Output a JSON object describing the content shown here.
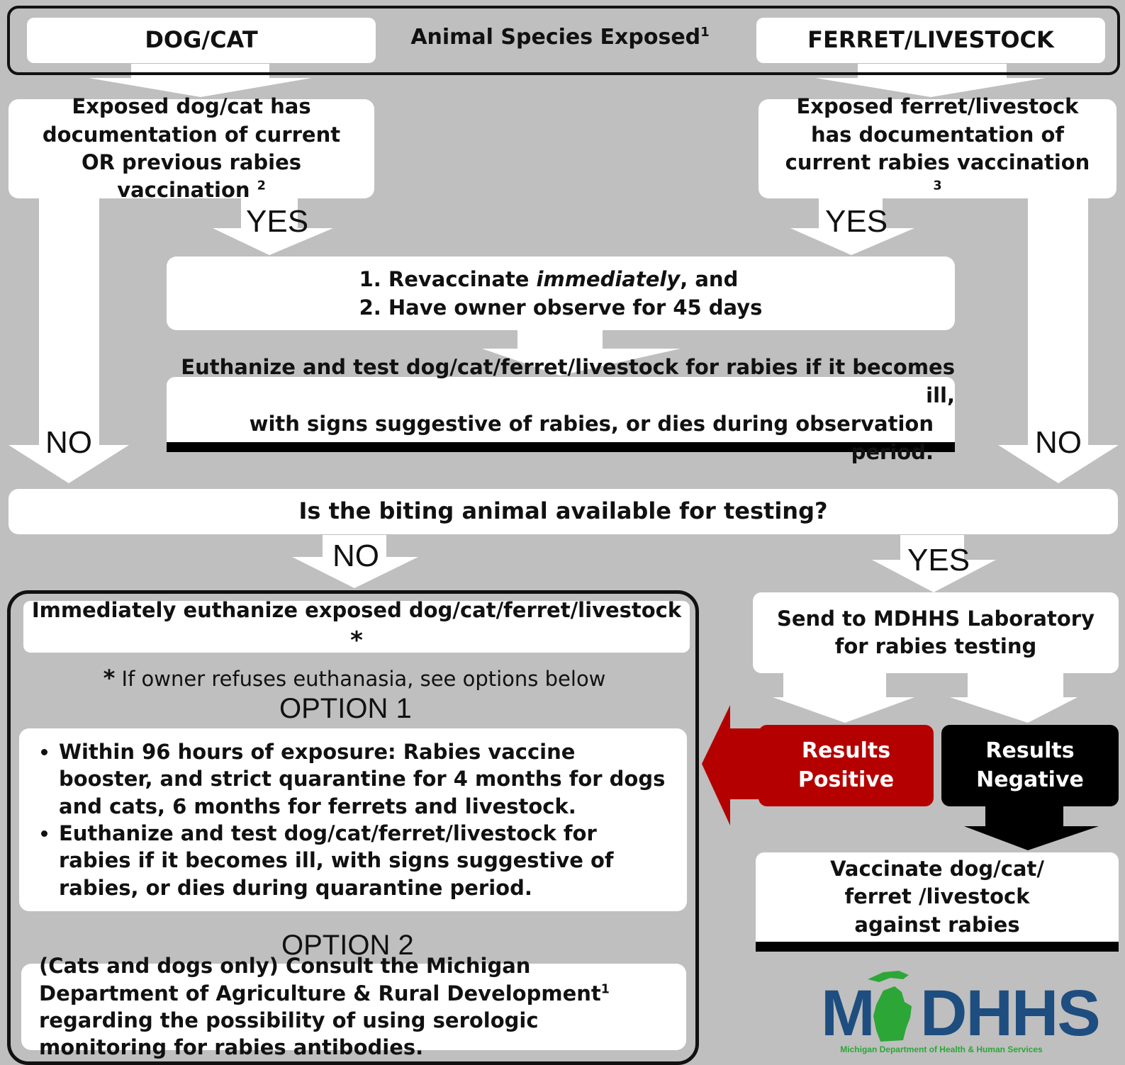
{
  "header": {
    "dog_cat": "DOG/CAT",
    "center": "Animal Species Exposed",
    "center_sup": "1",
    "ferret_livestock": "FERRET/LIVESTOCK"
  },
  "left_doc": {
    "text": "Exposed dog/cat has documentation of current OR previous rabies vaccination",
    "sup": "2"
  },
  "right_doc": {
    "text": "Exposed ferret/livestock has documentation of current rabies vaccination",
    "sup": "3"
  },
  "labels": {
    "yes": "YES",
    "no": "NO"
  },
  "revaccinate": {
    "line1_num": "1.",
    "line1_pre": "Revaccinate",
    "line1_em": "immediately",
    "line1_post": ", and",
    "line2_num": "2.",
    "line2": "Have owner observe for 45 days"
  },
  "euthanize_if_ill": {
    "line1": "Euthanize and test dog/cat/ferret/livestock for rabies if it becomes ill,",
    "line2": "with signs suggestive of rabies, or dies during observation period."
  },
  "biting_question": "Is the biting animal available for testing?",
  "immediately_euthanize": {
    "text": "Immediately euthanize exposed dog/cat/ferret/livestock",
    "star": "*"
  },
  "refuse_note": {
    "star": "*",
    "text": "If owner refuses euthanasia, see options below"
  },
  "option1": {
    "title": "OPTION 1",
    "bullets": [
      "Within 96 hours of exposure: Rabies vaccine booster, and strict quarantine for 4 months for dogs and cats, 6 months for ferrets and livestock.",
      "Euthanize and test dog/cat/ferret/livestock for rabies if it becomes ill, with signs suggestive of rabies, or dies during quarantine period."
    ]
  },
  "option2": {
    "title": "OPTION 2",
    "text_pre": "(Cats and dogs only) Consult the Michigan Department of Agriculture & Rural Development",
    "sup": "1",
    "text_post": " regarding the possibility of using serologic monitoring for rabies antibodies."
  },
  "send_lab": "Send to MDHHS Laboratory for rabies testing",
  "results_positive": {
    "line1": "Results",
    "line2": "Positive"
  },
  "results_negative": {
    "line1": "Results",
    "line2": "Negative"
  },
  "vaccinate": "Vaccinate dog/cat/ ferret /livestock against rabies",
  "logo": {
    "m": "M",
    "dhhs": "DHHS",
    "subtitle": "Michigan Department of Health & Human Services"
  },
  "colors": {
    "background": "#bfbfbf",
    "positive": "#b50000",
    "negative": "#000000",
    "logo_blue": "#1e4d80",
    "logo_green": "#2da638"
  }
}
